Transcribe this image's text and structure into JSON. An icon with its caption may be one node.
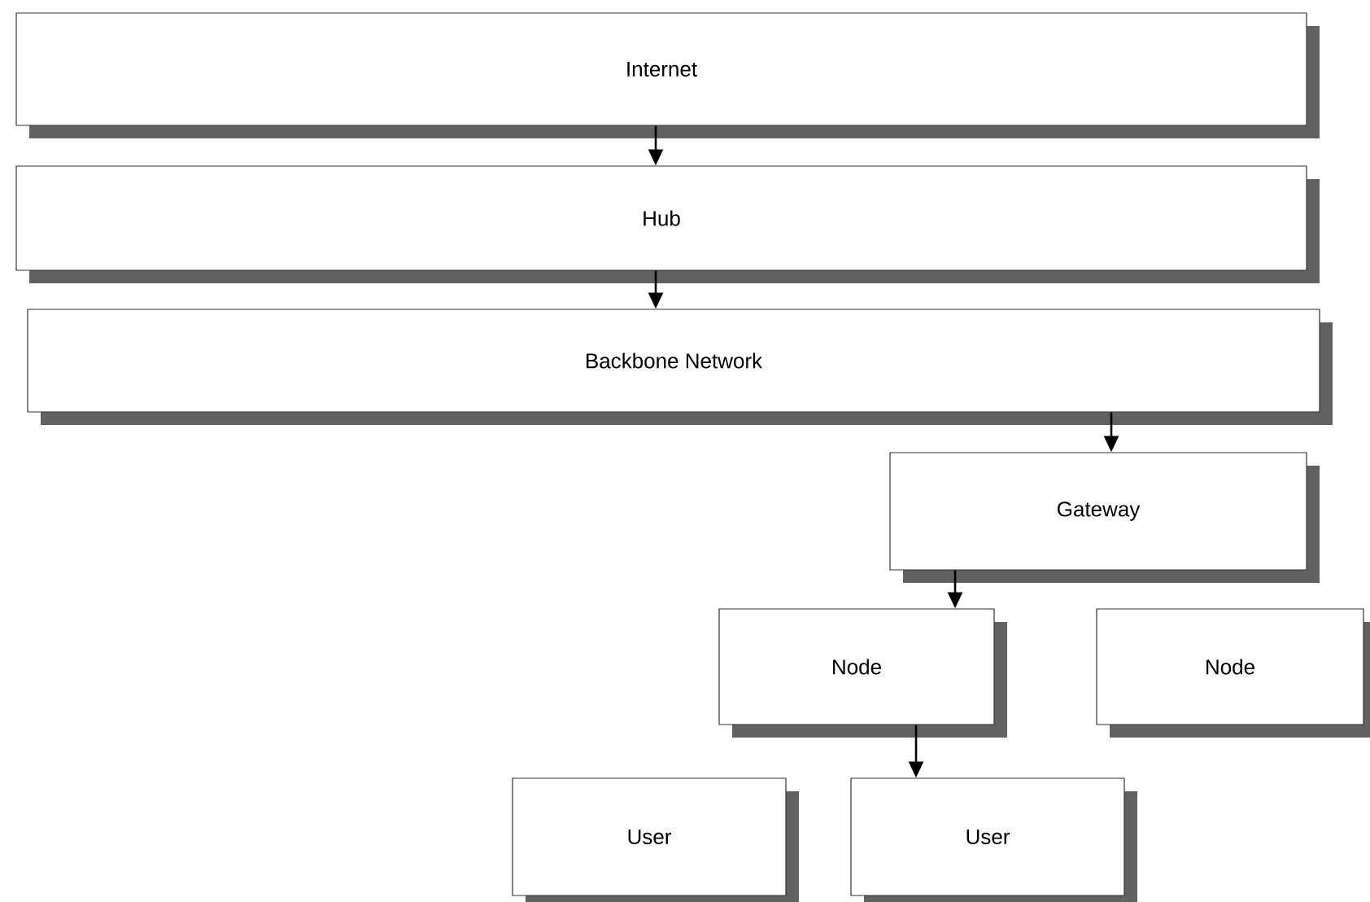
{
  "diagram": {
    "nodes": [
      {
        "text": [
          "Internet"
        ]
      },
      {
        "text": [
          "Hub"
        ]
      },
      {
        "text": [
          "Backbone Network"
        ]
      },
      {
        "text": [
          "Gateway"
        ]
      },
      {
        "text": [
          "Node"
        ]
      },
      {
        "text": [
          "Node"
        ]
      },
      {
        "text": [
          "User"
        ]
      },
      {
        "text": [
          "User"
        ]
      }
    ],
    "edges": [
      {
        "from": 0,
        "to": 1,
        "arrow": "to"
      },
      {
        "from": 1,
        "to": 2,
        "arrow": "to"
      },
      {
        "from": 2,
        "to": 3,
        "arrow": "to"
      },
      {
        "from": 3,
        "to": 4,
        "arrow": "to"
      },
      {
        "from": 4,
        "to": 7,
        "arrow": "to"
      }
    ]
  }
}
